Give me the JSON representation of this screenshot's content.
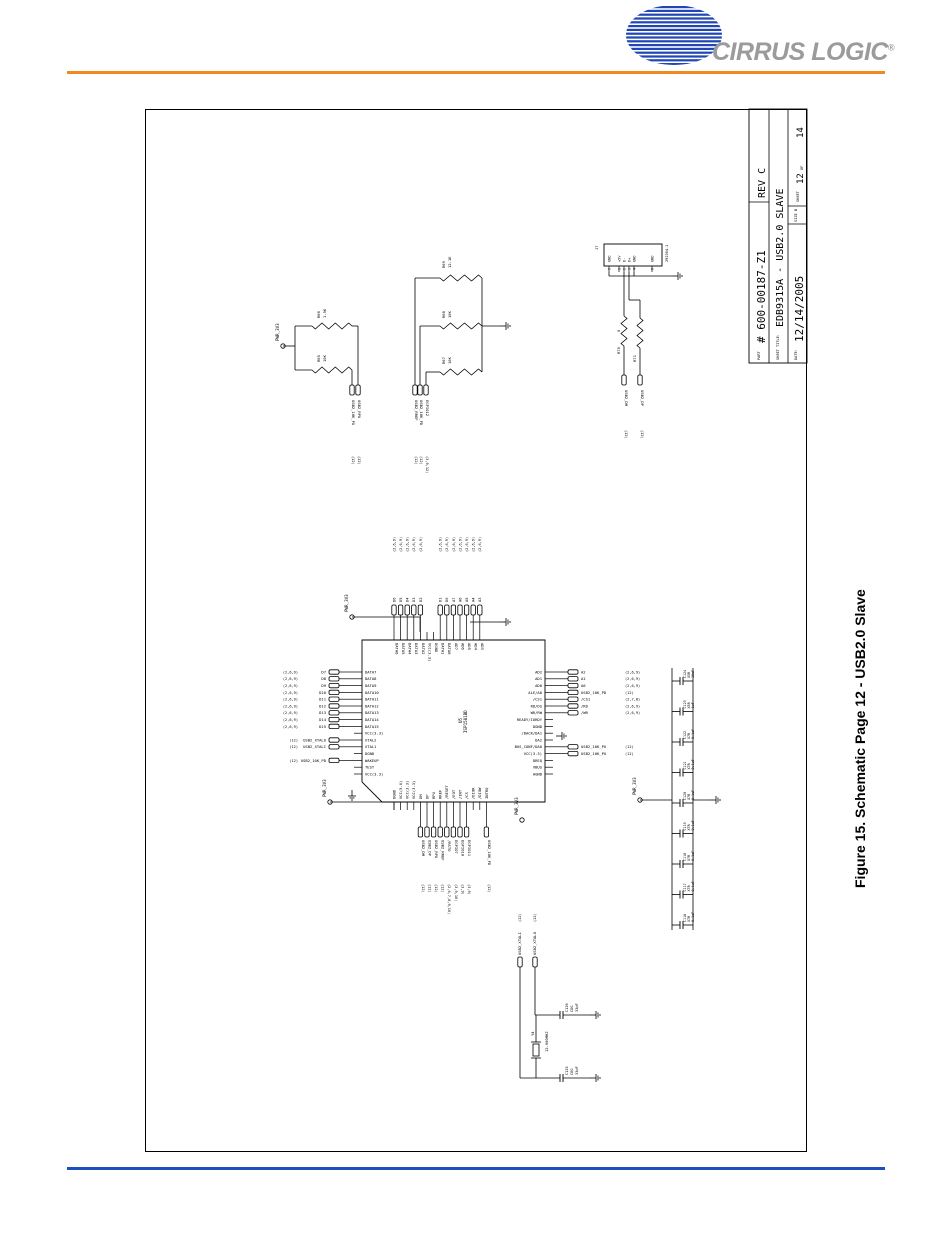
{
  "brand": {
    "name": "CIRRUS LOGIC",
    "registered": "®",
    "header_rule_color": "#f08a1c",
    "footer_rule_color": "#1f4fbf",
    "logo_blue": "#1f46b4"
  },
  "caption": "Figure 15. Schematic Page 12 - USB2.0 Slave",
  "title_block": {
    "part_label": "PART",
    "part_no": "# 600-00187-Z1",
    "rev": "REV C",
    "sheet_title_label": "SHEET TITLE:",
    "sheet_title": "EDB9315A - USB2.0 SLAVE",
    "date_label": "DATE:",
    "date": "12/14/2005",
    "size_label": "SIZE",
    "size": "B",
    "sheet_label": "SHEET",
    "sheet_no": "12",
    "of_label": "OF",
    "sheet_total": "14"
  },
  "ic": {
    "ref": "U5",
    "part": "ISP1581BD",
    "left_pins": [
      "DATA7",
      "DATA8",
      "DATA9",
      "DATA10",
      "DATA11",
      "DATA12",
      "DATA13",
      "DATA14",
      "DATA15",
      "VCC(3.3)",
      "XTAL2",
      "XTAL1",
      "DGND",
      "WAKEUP",
      "TEST",
      "VCC(3.3)"
    ],
    "left_nets": [
      "D7",
      "D8",
      "D9",
      "D10",
      "D11",
      "D12",
      "D13",
      "D14",
      "D15",
      "",
      "USB2_XTALO",
      "USB2_XTALI",
      "",
      "USB2_10K_PD",
      "",
      ""
    ],
    "left_refs": [
      "(2,6,9)",
      "(2,6,9)",
      "(2,6,9)",
      "(2,6,9)",
      "(2,6,9)",
      "(2,6,9)",
      "(2,6,9)",
      "(2,6,9)",
      "(2,6,9)",
      "",
      "(12)",
      "(12)",
      "",
      "(12)",
      "",
      ""
    ],
    "top_pins": [
      "DATA6",
      "DATA5",
      "DATA4",
      "DATA3",
      "DATA2",
      "VCC(3.3)",
      "DGND",
      "DATA1",
      "DATA0",
      "AD7",
      "AD6",
      "AD5",
      "AD4",
      "AD3"
    ],
    "top_nets": [
      "D6",
      "D5",
      "D4",
      "D3",
      "D2",
      "",
      "",
      "D1",
      "D0",
      "A7",
      "A6",
      "A5",
      "A4",
      "A3"
    ],
    "top_refs": [
      "(2,6,9)",
      "(2,6,9)",
      "(2,6,9)",
      "(2,6,9)",
      "(2,6,9)",
      "",
      "",
      "(2,6,9)",
      "(2,6,9)",
      "(2,6,9)",
      "(2,6,9)",
      "(2,6,9)",
      "(2,6,9)",
      "(2,6,9)"
    ],
    "right_pins": [
      "AD2",
      "AD1",
      "AD0",
      "ALE/A0",
      "/CS1",
      "RD/DS",
      "WR/RW",
      "READY/IORDY",
      "DGND",
      "/DACK/DA1",
      "DA2",
      "BUS_CONF/DA0",
      "VCC(3.3)",
      "DREQ",
      "VBUS",
      "AGND"
    ],
    "right_nets": [
      "A2",
      "A1",
      "A0",
      "USB2_10K_PD",
      "/CS1",
      "/RD",
      "/WR",
      "",
      "",
      "",
      "",
      "USB2_10K_PU",
      "USB2_10K_PU",
      "",
      "",
      ""
    ],
    "right_refs": [
      "(2,6,9)",
      "(2,6,9)",
      "(2,6,9)",
      "(12)",
      "(2,7,8)",
      "(2,6,9)",
      "(2,6,9)",
      "",
      "",
      "",
      "",
      "(12)",
      "(12)",
      "",
      "",
      ""
    ],
    "bottom_pins": [
      "DGND",
      "VCC(5.0)",
      "VCC(3.3)",
      "VCC(3.3)",
      "DM",
      "DP",
      "RPU",
      "RREF",
      "/RESET",
      "/EOT",
      "/INT",
      "/CS",
      "/DIOR",
      "/DIOW",
      "INTRQ"
    ],
    "bottom_nets": [
      "",
      "",
      "",
      "",
      "USB2_DM",
      "USB2_DP",
      "USB2_RPU",
      "USB2_RREF",
      "/RSTO",
      "EGPIO7",
      "EGPIO10",
      "EGPIO11",
      "",
      "",
      "USB2_10K_PD"
    ],
    "bottom_refs": [
      "",
      "",
      "",
      "",
      "(12)",
      "(12)",
      "(12)",
      "(12)",
      "(2,6,7,8,9,10)",
      "(3,9,10)",
      "(3,9)",
      "(3,9)",
      "",
      "",
      "(12)"
    ]
  },
  "power": {
    "pwr_label": "PWR_3V3"
  },
  "crystal": {
    "ref": "Y4",
    "freq": "12.000MHZ",
    "caps": [
      {
        "ref": "C125",
        "type": "COG",
        "val": "33pF"
      },
      {
        "ref": "C126",
        "type": "COG",
        "val": "33pF"
      }
    ],
    "nets": [
      "USB2_XTALI",
      "USB2_XTALO"
    ],
    "refs": [
      "(12)",
      "(12)"
    ]
  },
  "decoupling": [
    {
      "ref": "C116",
      "type": "X7R",
      "val": "0.1uF"
    },
    {
      "ref": "C117",
      "type": "X7R",
      "val": "0.1uF"
    },
    {
      "ref": "C118",
      "type": "X7R",
      "val": "0.1uF"
    },
    {
      "ref": "C119",
      "type": "X7R",
      "val": "0.1uF"
    },
    {
      "ref": "C120",
      "type": "X7R",
      "val": "0.1uF"
    },
    {
      "ref": "C121",
      "type": "X7R",
      "val": "0.1uF"
    },
    {
      "ref": "C122",
      "type": "X7R",
      "val": "0.1uF"
    },
    {
      "ref": "C123",
      "type": "X5R",
      "val": "1uF"
    },
    {
      "ref": "C124",
      "type": "X5R",
      "val": "10uF"
    }
  ],
  "pullups": {
    "resistors": [
      {
        "ref": "R65",
        "val": "10K"
      },
      {
        "ref": "R66",
        "val": "1.5K"
      }
    ],
    "nets": [
      "USB2_10K_PU",
      "USB2_RPU"
    ],
    "refs": [
      "(12)",
      "(12)"
    ]
  },
  "rref": {
    "resistors": [
      {
        "ref": "R67",
        "val": "10K"
      },
      {
        "ref": "R68",
        "val": "10K"
      },
      {
        "ref": "R69",
        "val": "12.1K"
      }
    ],
    "nets": [
      "USB2_RREF",
      "USB2_10K_PD",
      "EGPIO12"
    ],
    "refs": [
      "(12)",
      "(12)",
      "(3,9,12)"
    ]
  },
  "connector": {
    "ref": "J7",
    "part": "292304-1",
    "pins": [
      "GND",
      "+5V",
      "D-",
      "D+",
      "GND",
      "GND"
    ],
    "pin_nums": [
      "5",
      "1",
      "2",
      "3",
      "4",
      "6"
    ],
    "resistors": [
      {
        "ref": "R70",
        "val": "0"
      },
      {
        "ref": "R71",
        "val": "0"
      }
    ],
    "nets": [
      "USB2_DM",
      "USB2_DP"
    ],
    "refs": [
      "(12)",
      "(12)"
    ]
  }
}
